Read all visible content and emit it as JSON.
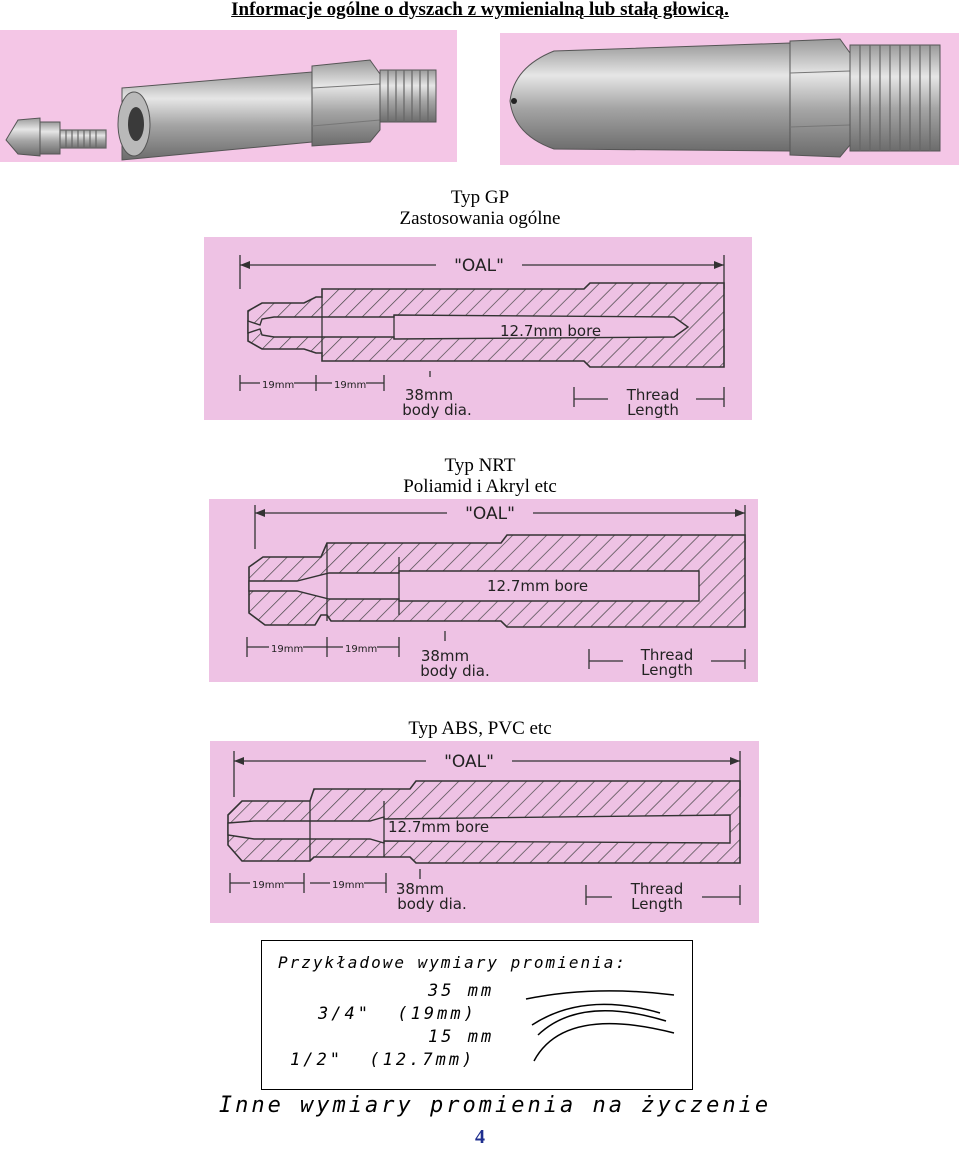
{
  "header": {
    "title": "Informacje ogólne o dyszach z wymienialną lub stałą głowicą."
  },
  "sections": [
    {
      "title": "Typ GP",
      "subtitle": "Zastosowania ogólne"
    },
    {
      "title": "Typ NRT",
      "subtitle": "Poliamid i Akryl etc"
    },
    {
      "title": "Typ ABS, PVC etc",
      "subtitle": ""
    }
  ],
  "drawing_labels": {
    "oal": "\"OAL\"",
    "bore": "12.7mm bore",
    "dim_left": "19mm",
    "dim_mid": "19mm",
    "body_1": "38mm",
    "body_2": "body dia.",
    "thread_1": "Thread",
    "thread_2": "Length"
  },
  "radius_box": {
    "heading": "Przykładowe wymiary promienia:",
    "line1": "35 mm",
    "line2": "3/4\"  (19mm)",
    "line3": "15 mm",
    "line4": "1/2\"  (12.7mm)"
  },
  "footer": {
    "note": "Inne wymiary promienia na życzenie",
    "page_number": "4"
  },
  "colors": {
    "background_pink": "#eec2e4",
    "page_number": "#1f2f8f"
  }
}
